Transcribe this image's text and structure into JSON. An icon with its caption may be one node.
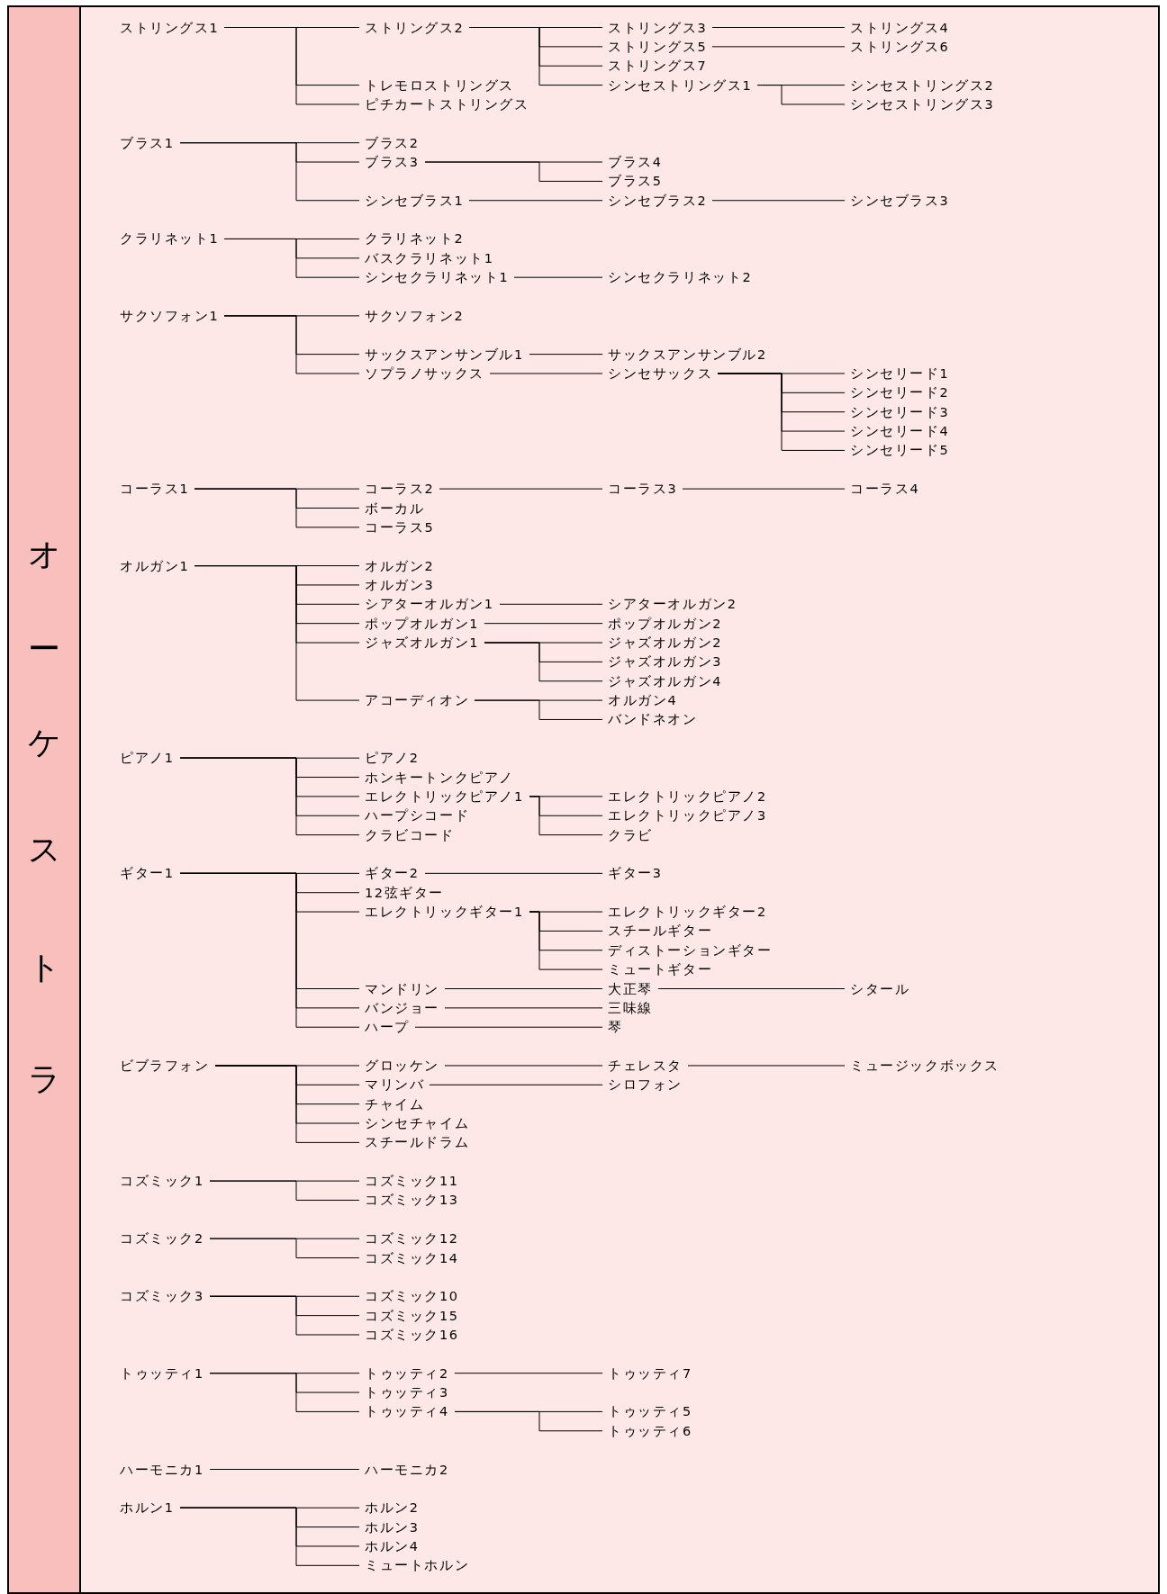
{
  "diagram": {
    "nodes": [
      {
        "text": [
          "オーケストラ"
        ]
      },
      {
        "text": [
          "ストリングス1"
        ]
      },
      {
        "text": [
          "ストリングス2"
        ]
      },
      {
        "text": [
          "ストリングス3"
        ]
      },
      {
        "text": [
          "ストリングス4"
        ]
      },
      {
        "text": [
          "ストリングス5"
        ]
      },
      {
        "text": [
          "ストリングス6"
        ]
      },
      {
        "text": [
          "ストリングス7"
        ]
      },
      {
        "text": [
          "トレモロストリングス"
        ]
      },
      {
        "text": [
          "シンセストリングス1"
        ]
      },
      {
        "text": [
          "シンセストリングス2"
        ]
      },
      {
        "text": [
          "ピチカートストリングス"
        ]
      },
      {
        "text": [
          "シンセストリングス3"
        ]
      },
      {
        "text": [
          "ブラス1"
        ]
      },
      {
        "text": [
          "ブラス2"
        ]
      },
      {
        "text": [
          "ブラス3"
        ]
      },
      {
        "text": [
          "ブラス4"
        ]
      },
      {
        "text": [
          "ブラス5"
        ]
      },
      {
        "text": [
          "シンセブラス1"
        ]
      },
      {
        "text": [
          "シンセブラス2"
        ]
      },
      {
        "text": [
          "シンセブラス3"
        ]
      },
      {
        "text": [
          "クラリネット1"
        ]
      },
      {
        "text": [
          "クラリネット2"
        ]
      },
      {
        "text": [
          "バスクラリネット1"
        ]
      },
      {
        "text": [
          "シンセクラリネット1"
        ]
      },
      {
        "text": [
          "シンセクラリネット2"
        ]
      },
      {
        "text": [
          "サクソフォン1"
        ]
      },
      {
        "text": [
          "サクソフォン2"
        ]
      },
      {
        "text": [
          "サックスアンサンブル1"
        ]
      },
      {
        "text": [
          "サックスアンサンブル2"
        ]
      },
      {
        "text": [
          "ソプラノサックス"
        ]
      },
      {
        "text": [
          "シンセサックス"
        ]
      },
      {
        "text": [
          "シンセリード1"
        ]
      },
      {
        "text": [
          "シンセリード2"
        ]
      },
      {
        "text": [
          "シンセリード3"
        ]
      },
      {
        "text": [
          "シンセリード4"
        ]
      },
      {
        "text": [
          "シンセリード5"
        ]
      },
      {
        "text": [
          "コーラス1"
        ]
      },
      {
        "text": [
          "コーラス2"
        ]
      },
      {
        "text": [
          "コーラス3"
        ]
      },
      {
        "text": [
          "コーラス4"
        ]
      },
      {
        "text": [
          "ボーカル"
        ]
      },
      {
        "text": [
          "コーラス5"
        ]
      },
      {
        "text": [
          "オルガン1"
        ]
      },
      {
        "text": [
          "オルガン2"
        ]
      },
      {
        "text": [
          "オルガン3"
        ]
      },
      {
        "text": [
          "シアターオルガン1"
        ]
      },
      {
        "text": [
          "シアターオルガン2"
        ]
      },
      {
        "text": [
          "ポップオルガン1"
        ]
      },
      {
        "text": [
          "ポップオルガン2"
        ]
      },
      {
        "text": [
          "ジャズオルガン1"
        ]
      },
      {
        "text": [
          "ジャズオルガン2"
        ]
      },
      {
        "text": [
          "ジャズオルガン3"
        ]
      },
      {
        "text": [
          "ジャズオルガン4"
        ]
      },
      {
        "text": [
          "アコーディオン"
        ]
      },
      {
        "text": [
          "オルガン4"
        ]
      },
      {
        "text": [
          "バンドネオン"
        ]
      },
      {
        "text": [
          "ピアノ1"
        ]
      },
      {
        "text": [
          "ピアノ2"
        ]
      },
      {
        "text": [
          "ホンキートンクピアノ"
        ]
      },
      {
        "text": [
          "エレクトリックピアノ1"
        ]
      },
      {
        "text": [
          "エレクトリックピアノ2"
        ]
      },
      {
        "text": [
          "ハープシコード"
        ]
      },
      {
        "text": [
          "エレクトリックピアノ3"
        ]
      },
      {
        "text": [
          "クラビコード"
        ]
      },
      {
        "text": [
          "クラビ"
        ]
      },
      {
        "text": [
          "ギター1"
        ]
      },
      {
        "text": [
          "ギター2"
        ]
      },
      {
        "text": [
          "ギター3"
        ]
      },
      {
        "text": [
          "12弦ギター"
        ]
      },
      {
        "text": [
          "エレクトリックギター1"
        ]
      },
      {
        "text": [
          "エレクトリックギター2"
        ]
      },
      {
        "text": [
          "スチールギター"
        ]
      },
      {
        "text": [
          "ディストーションギター"
        ]
      },
      {
        "text": [
          "ミュートギター"
        ]
      },
      {
        "text": [
          "マンドリン"
        ]
      },
      {
        "text": [
          "大正琴"
        ]
      },
      {
        "text": [
          "シタール"
        ]
      },
      {
        "text": [
          "バンジョー"
        ]
      },
      {
        "text": [
          "三味線"
        ]
      },
      {
        "text": [
          "ハープ"
        ]
      },
      {
        "text": [
          "琴"
        ]
      },
      {
        "text": [
          "ビブラフォン"
        ]
      },
      {
        "text": [
          "グロッケン"
        ]
      },
      {
        "text": [
          "チェレスタ"
        ]
      },
      {
        "text": [
          "ミュージックボックス"
        ]
      },
      {
        "text": [
          "マリンバ"
        ]
      },
      {
        "text": [
          "シロフォン"
        ]
      },
      {
        "text": [
          "チャイム"
        ]
      },
      {
        "text": [
          "シンセチャイム"
        ]
      },
      {
        "text": [
          "スチールドラム"
        ]
      },
      {
        "text": [
          "コズミック1"
        ]
      },
      {
        "text": [
          "コズミック11"
        ]
      },
      {
        "text": [
          "コズミック13"
        ]
      },
      {
        "text": [
          "コズミック2"
        ]
      },
      {
        "text": [
          "コズミック12"
        ]
      },
      {
        "text": [
          "コズミック14"
        ]
      },
      {
        "text": [
          "コズミック3"
        ]
      },
      {
        "text": [
          "コズミック10"
        ]
      },
      {
        "text": [
          "コズミック15"
        ]
      },
      {
        "text": [
          "コズミック16"
        ]
      },
      {
        "text": [
          "トゥッティ1"
        ]
      },
      {
        "text": [
          "トゥッティ2"
        ]
      },
      {
        "text": [
          "トゥッティ7"
        ]
      },
      {
        "text": [
          "トゥッティ3"
        ]
      },
      {
        "text": [
          "トゥッティ4"
        ]
      },
      {
        "text": [
          "トゥッティ5"
        ]
      },
      {
        "text": [
          "トゥッティ6"
        ]
      },
      {
        "text": [
          "ハーモニカ1"
        ]
      },
      {
        "text": [
          "ハーモニカ2"
        ]
      },
      {
        "text": [
          "ホルン1"
        ]
      },
      {
        "text": [
          "ホルン2"
        ]
      },
      {
        "text": [
          "ホルン3"
        ]
      },
      {
        "text": [
          "ホルン4"
        ]
      },
      {
        "text": [
          "ミュートホルン"
        ]
      }
    ],
    "edges": [
      {
        "from": 1,
        "to": 2,
        "arrow": "none"
      },
      {
        "from": 1,
        "to": 8,
        "arrow": "none"
      },
      {
        "from": 1,
        "to": 11,
        "arrow": "none"
      },
      {
        "from": 2,
        "to": 3,
        "arrow": "none"
      },
      {
        "from": 2,
        "to": 5,
        "arrow": "none"
      },
      {
        "from": 2,
        "to": 7,
        "arrow": "none"
      },
      {
        "from": 2,
        "to": 9,
        "arrow": "none"
      },
      {
        "from": 3,
        "to": 4,
        "arrow": "none"
      },
      {
        "from": 5,
        "to": 6,
        "arrow": "none"
      },
      {
        "from": 9,
        "to": 10,
        "arrow": "none"
      },
      {
        "from": 9,
        "to": 12,
        "arrow": "none"
      },
      {
        "from": 13,
        "to": 14,
        "arrow": "none"
      },
      {
        "from": 13,
        "to": 15,
        "arrow": "none"
      },
      {
        "from": 13,
        "to": 18,
        "arrow": "none"
      },
      {
        "from": 15,
        "to": 16,
        "arrow": "none"
      },
      {
        "from": 15,
        "to": 17,
        "arrow": "none"
      },
      {
        "from": 18,
        "to": 19,
        "arrow": "none"
      },
      {
        "from": 19,
        "to": 20,
        "arrow": "none"
      },
      {
        "from": 21,
        "to": 22,
        "arrow": "none"
      },
      {
        "from": 21,
        "to": 23,
        "arrow": "none"
      },
      {
        "from": 21,
        "to": 24,
        "arrow": "none"
      },
      {
        "from": 24,
        "to": 25,
        "arrow": "none"
      },
      {
        "from": 26,
        "to": 27,
        "arrow": "none"
      },
      {
        "from": 26,
        "to": 28,
        "arrow": "none"
      },
      {
        "from": 26,
        "to": 30,
        "arrow": "none"
      },
      {
        "from": 28,
        "to": 29,
        "arrow": "none"
      },
      {
        "from": 30,
        "to": 31,
        "arrow": "none"
      },
      {
        "from": 31,
        "to": 32,
        "arrow": "none"
      },
      {
        "from": 31,
        "to": 33,
        "arrow": "none"
      },
      {
        "from": 31,
        "to": 34,
        "arrow": "none"
      },
      {
        "from": 31,
        "to": 35,
        "arrow": "none"
      },
      {
        "from": 31,
        "to": 36,
        "arrow": "none"
      },
      {
        "from": 37,
        "to": 38,
        "arrow": "none"
      },
      {
        "from": 37,
        "to": 41,
        "arrow": "none"
      },
      {
        "from": 37,
        "to": 42,
        "arrow": "none"
      },
      {
        "from": 38,
        "to": 39,
        "arrow": "none"
      },
      {
        "from": 39,
        "to": 40,
        "arrow": "none"
      },
      {
        "from": 43,
        "to": 44,
        "arrow": "none"
      },
      {
        "from": 43,
        "to": 45,
        "arrow": "none"
      },
      {
        "from": 43,
        "to": 46,
        "arrow": "none"
      },
      {
        "from": 43,
        "to": 48,
        "arrow": "none"
      },
      {
        "from": 43,
        "to": 50,
        "arrow": "none"
      },
      {
        "from": 43,
        "to": 54,
        "arrow": "none"
      },
      {
        "from": 46,
        "to": 47,
        "arrow": "none"
      },
      {
        "from": 48,
        "to": 49,
        "arrow": "none"
      },
      {
        "from": 50,
        "to": 51,
        "arrow": "none"
      },
      {
        "from": 50,
        "to": 52,
        "arrow": "none"
      },
      {
        "from": 50,
        "to": 53,
        "arrow": "none"
      },
      {
        "from": 54,
        "to": 55,
        "arrow": "none"
      },
      {
        "from": 54,
        "to": 56,
        "arrow": "none"
      },
      {
        "from": 57,
        "to": 58,
        "arrow": "none"
      },
      {
        "from": 57,
        "to": 59,
        "arrow": "none"
      },
      {
        "from": 57,
        "to": 60,
        "arrow": "none"
      },
      {
        "from": 57,
        "to": 62,
        "arrow": "none"
      },
      {
        "from": 57,
        "to": 64,
        "arrow": "none"
      },
      {
        "from": 60,
        "to": 61,
        "arrow": "none"
      },
      {
        "from": 60,
        "to": 63,
        "arrow": "none"
      },
      {
        "from": 60,
        "to": 65,
        "arrow": "none"
      },
      {
        "from": 66,
        "to": 67,
        "arrow": "none"
      },
      {
        "from": 66,
        "to": 69,
        "arrow": "none"
      },
      {
        "from": 66,
        "to": 70,
        "arrow": "none"
      },
      {
        "from": 66,
        "to": 75,
        "arrow": "none"
      },
      {
        "from": 66,
        "to": 78,
        "arrow": "none"
      },
      {
        "from": 66,
        "to": 80,
        "arrow": "none"
      },
      {
        "from": 67,
        "to": 68,
        "arrow": "none"
      },
      {
        "from": 70,
        "to": 71,
        "arrow": "none"
      },
      {
        "from": 70,
        "to": 72,
        "arrow": "none"
      },
      {
        "from": 70,
        "to": 73,
        "arrow": "none"
      },
      {
        "from": 70,
        "to": 74,
        "arrow": "none"
      },
      {
        "from": 75,
        "to": 76,
        "arrow": "none"
      },
      {
        "from": 76,
        "to": 77,
        "arrow": "none"
      },
      {
        "from": 78,
        "to": 79,
        "arrow": "none"
      },
      {
        "from": 80,
        "to": 81,
        "arrow": "none"
      },
      {
        "from": 82,
        "to": 83,
        "arrow": "none"
      },
      {
        "from": 82,
        "to": 86,
        "arrow": "none"
      },
      {
        "from": 82,
        "to": 88,
        "arrow": "none"
      },
      {
        "from": 82,
        "to": 89,
        "arrow": "none"
      },
      {
        "from": 82,
        "to": 90,
        "arrow": "none"
      },
      {
        "from": 83,
        "to": 84,
        "arrow": "none"
      },
      {
        "from": 84,
        "to": 85,
        "arrow": "none"
      },
      {
        "from": 86,
        "to": 87,
        "arrow": "none"
      },
      {
        "from": 91,
        "to": 92,
        "arrow": "none"
      },
      {
        "from": 91,
        "to": 93,
        "arrow": "none"
      },
      {
        "from": 94,
        "to": 95,
        "arrow": "none"
      },
      {
        "from": 94,
        "to": 96,
        "arrow": "none"
      },
      {
        "from": 97,
        "to": 98,
        "arrow": "none"
      },
      {
        "from": 97,
        "to": 99,
        "arrow": "none"
      },
      {
        "from": 97,
        "to": 100,
        "arrow": "none"
      },
      {
        "from": 101,
        "to": 102,
        "arrow": "none"
      },
      {
        "from": 101,
        "to": 104,
        "arrow": "none"
      },
      {
        "from": 101,
        "to": 105,
        "arrow": "none"
      },
      {
        "from": 102,
        "to": 103,
        "arrow": "none"
      },
      {
        "from": 105,
        "to": 106,
        "arrow": "none"
      },
      {
        "from": 105,
        "to": 107,
        "arrow": "none"
      },
      {
        "from": 108,
        "to": 109,
        "arrow": "none"
      },
      {
        "from": 110,
        "to": 111,
        "arrow": "none"
      },
      {
        "from": 110,
        "to": 112,
        "arrow": "none"
      },
      {
        "from": 110,
        "to": 113,
        "arrow": "none"
      },
      {
        "from": 110,
        "to": 114,
        "arrow": "none"
      }
    ]
  }
}
